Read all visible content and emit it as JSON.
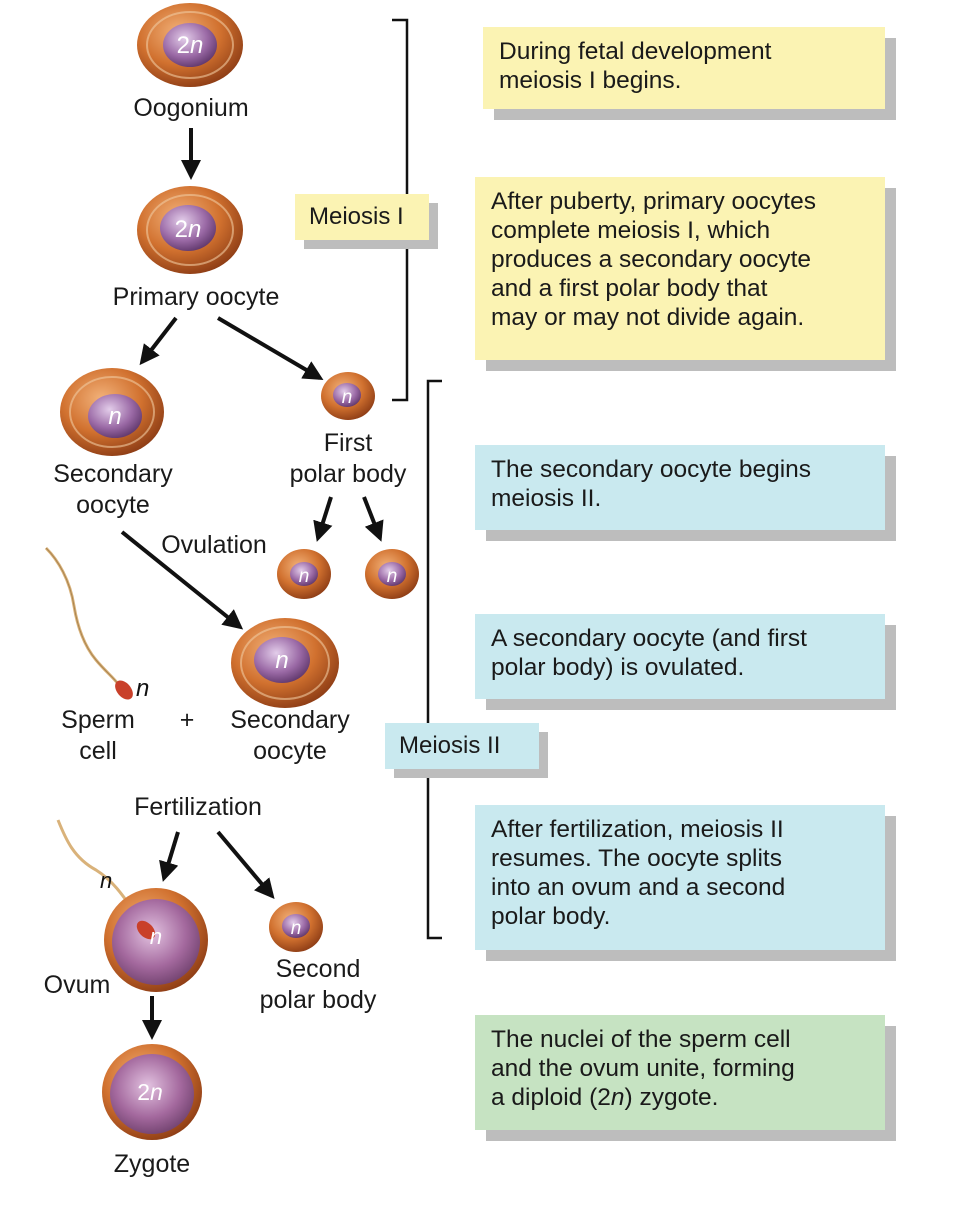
{
  "colors": {
    "yellow_note": "#fbf3b3",
    "blue_note": "#c9e9ef",
    "green_note": "#c6e3c2",
    "cell_outer": "#c8612a",
    "cell_nucleus": "#9b6aa6",
    "egg_cytoplasm": "#a4699e"
  },
  "cells": {
    "oogonium": {
      "ploidy_prefix": "2",
      "ploidy_n": "n",
      "label": "Oogonium"
    },
    "primary_oocyte": {
      "ploidy_prefix": "2",
      "ploidy_n": "n",
      "label": "Primary oocyte"
    },
    "secondary_oocyte_1": {
      "ploidy_n": "n",
      "label": "Secondary\noocyte"
    },
    "first_polar_body": {
      "ploidy_n": "n",
      "label": "First\npolar body"
    },
    "polar_body_a": {
      "ploidy_n": "n"
    },
    "polar_body_b": {
      "ploidy_n": "n"
    },
    "secondary_oocyte_2": {
      "ploidy_n": "n",
      "label": "Secondary\noocyte"
    },
    "sperm": {
      "ploidy_n": "n",
      "label": "Sperm\ncell"
    },
    "ovum": {
      "ploidy_n": "n",
      "label": "Ovum"
    },
    "second_polar_body": {
      "ploidy_n": "n",
      "label": "Second\npolar body"
    },
    "zygote": {
      "ploidy_prefix": "2",
      "ploidy_n": "n",
      "label": "Zygote"
    }
  },
  "labels": {
    "ovulation": "Ovulation",
    "plus": "+",
    "fertilization": "Fertilization",
    "sperm_in_ovum_n": "n"
  },
  "stages": {
    "meiosis_1": "Meiosis I",
    "meiosis_2": "Meiosis II"
  },
  "notes": [
    {
      "text": "During fetal development\nmeiosis I begins."
    },
    {
      "text": "After puberty, primary oocytes\ncomplete meiosis I, which\nproduces a secondary oocyte\nand a first polar body that\nmay or may not divide again."
    },
    {
      "text": "The secondary oocyte begins\nmeiosis II."
    },
    {
      "text": "A secondary oocyte (and first\npolar body) is ovulated."
    },
    {
      "text": "After fertilization, meiosis II\nresumes. The oocyte splits\ninto an ovum and a second\npolar body."
    },
    {
      "text_before": "The nuclei of the sperm cell\nand the ovum unite, forming\na diploid (2",
      "text_italic": "n",
      "text_after": ") zygote."
    }
  ]
}
